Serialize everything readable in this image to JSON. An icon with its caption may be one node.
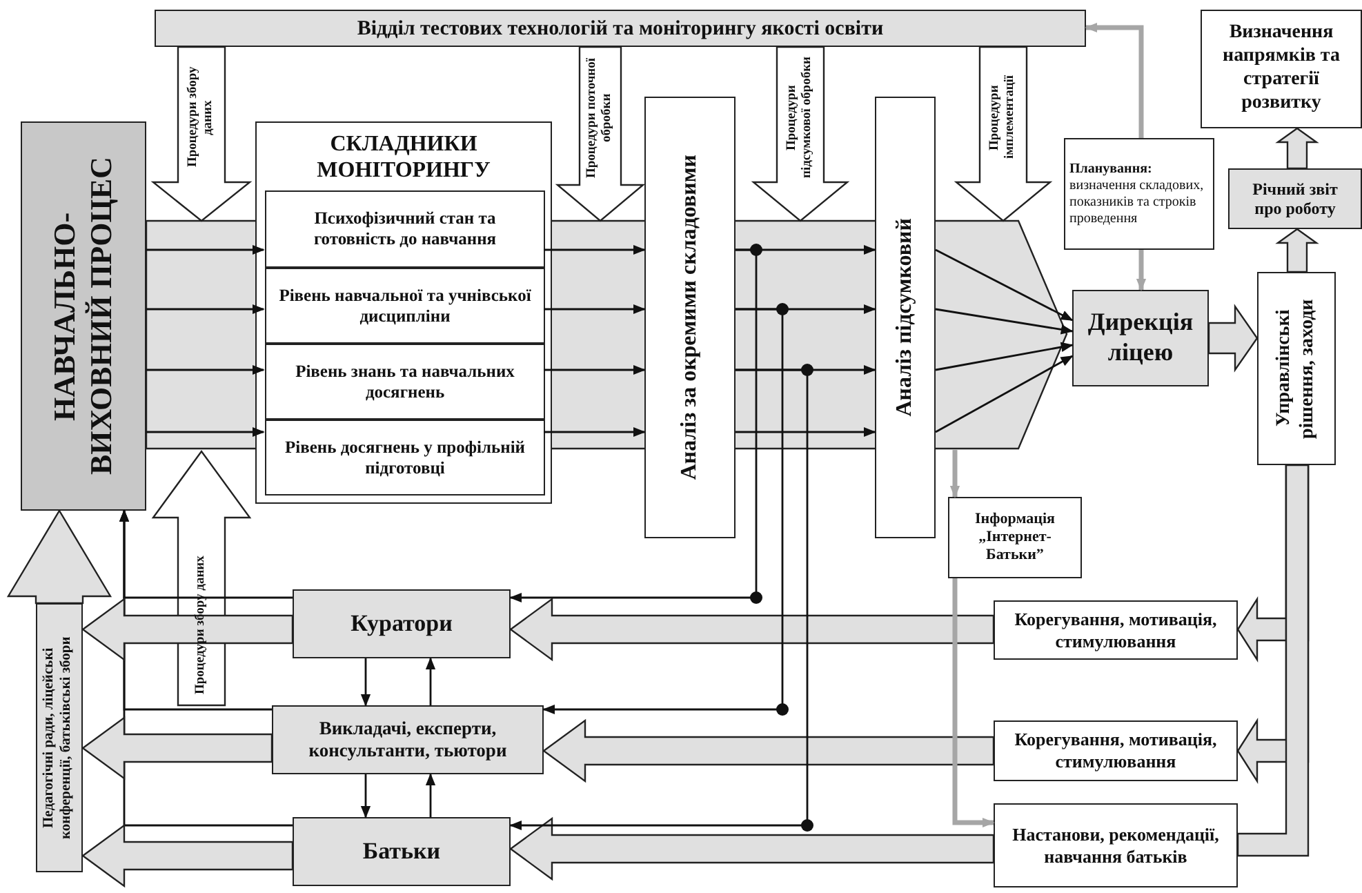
{
  "diagram": {
    "nodes": [
      {
        "text": [
          "Відділ тестових технологій та моніторингу якості освіти"
        ]
      },
      {
        "text": [
          "НАВЧАЛЬНО-ВИХОВНИЙ ПРОЦЕС"
        ]
      },
      {
        "text": [
          "СКЛАДНИКИ МОНІТОРИНГУ"
        ]
      },
      {
        "text": [
          "Психофізичний стан та готовність до навчання"
        ],
        "in": 2
      },
      {
        "text": [
          "Рівень навчальної та учнівської дисципліни"
        ],
        "in": 2
      },
      {
        "text": [
          "Рівень знань та навчальних досягнень"
        ],
        "in": 2
      },
      {
        "text": [
          "Рівень досягнень у профільній підготовці"
        ],
        "in": 2
      },
      {
        "text": [
          "Аналіз за окремими складовими"
        ]
      },
      {
        "text": [
          "Аналіз підсумковий"
        ]
      },
      {
        "text": [
          "**Планування:** визначення складових, показників та строків проведення"
        ]
      },
      {
        "text": [
          "Визначення напрямків та стратегії розвитку"
        ]
      },
      {
        "text": [
          "Річний звіт про роботу"
        ]
      },
      {
        "text": [
          "Дирекція ліцею"
        ]
      },
      {
        "text": [
          "Управлінські рішення, заходи"
        ]
      },
      {
        "text": [
          "Інформація „Інтернет-Батьки”"
        ]
      },
      {
        "text": [
          "Педагогічні ради, ліцейські конференції, батьківські збори"
        ]
      },
      {
        "text": [
          "Куратори"
        ]
      },
      {
        "text": [
          "Корегування, мотивація, стимулювання"
        ]
      },
      {
        "text": [
          "Викладачі, експерти, консультанти, тьютори"
        ]
      },
      {
        "text": [
          "Корегування, мотивація, стимулювання"
        ]
      },
      {
        "text": [
          "Батьки"
        ]
      },
      {
        "text": [
          "Настанови, рекомендації, навчання батьків"
        ]
      }
    ],
    "edges": [
      {
        "from": 0,
        "to": null,
        "arrow": "to",
        "label": "Процедури збору даних",
        "style": "thick"
      },
      {
        "from": 0,
        "to": null,
        "arrow": "to",
        "label": "Процедури поточної обробки",
        "style": "thick"
      },
      {
        "from": 0,
        "to": null,
        "arrow": "to",
        "label": "Процедури підсумкової обробки",
        "style": "thick"
      },
      {
        "from": 0,
        "to": null,
        "arrow": "to",
        "label": "Процедури імплементації",
        "style": "thick"
      },
      {
        "from": 18,
        "to": null,
        "arrow": "to",
        "label": "Процедури збору даних",
        "style": "thick"
      },
      {
        "from": 1,
        "to": 3,
        "arrow": "to"
      },
      {
        "from": 1,
        "to": 4,
        "arrow": "to"
      },
      {
        "from": 1,
        "to": 5,
        "arrow": "to"
      },
      {
        "from": 1,
        "to": 6,
        "arrow": "to"
      },
      {
        "from": 3,
        "to": 7,
        "arrow": "to"
      },
      {
        "from": 4,
        "to": 7,
        "arrow": "to"
      },
      {
        "from": 5,
        "to": 7,
        "arrow": "to"
      },
      {
        "from": 6,
        "to": 7,
        "arrow": "to"
      },
      {
        "from": 7,
        "to": 8,
        "arrow": "to"
      },
      {
        "from": 7,
        "to": 8,
        "arrow": "to"
      },
      {
        "from": 7,
        "to": 8,
        "arrow": "to"
      },
      {
        "from": 7,
        "to": 8,
        "arrow": "to"
      },
      {
        "from": 8,
        "to": 12,
        "arrow": "to"
      },
      {
        "from": 8,
        "to": 12,
        "arrow": "to"
      },
      {
        "from": 8,
        "to": 12,
        "arrow": "to"
      },
      {
        "from": 8,
        "to": 12,
        "arrow": "to"
      },
      {
        "from": 9,
        "to": 0,
        "arrow": "to",
        "style": "thick",
        "color": "#a6a6a6"
      },
      {
        "from": 9,
        "to": 12,
        "arrow": "to",
        "style": "thick",
        "color": "#a6a6a6"
      },
      {
        "from": 12,
        "to": 13,
        "arrow": "to",
        "style": "thick",
        "color": "#e0e0e0"
      },
      {
        "from": 13,
        "to": 11,
        "arrow": "to",
        "style": "thick",
        "color": "#e0e0e0"
      },
      {
        "from": 11,
        "to": 10,
        "arrow": "to",
        "style": "thick",
        "color": "#e0e0e0"
      },
      {
        "from": 13,
        "to": 17,
        "arrow": "to",
        "style": "thick",
        "color": "#e0e0e0"
      },
      {
        "from": 13,
        "to": 19,
        "arrow": "to",
        "style": "thick",
        "color": "#e0e0e0"
      },
      {
        "from": 13,
        "to": 21,
        "arrow": "none",
        "style": "thick",
        "color": "#e0e0e0"
      },
      {
        "from": 17,
        "to": 16,
        "arrow": "to",
        "style": "thick",
        "color": "#e0e0e0"
      },
      {
        "from": 19,
        "to": 18,
        "arrow": "to",
        "style": "thick",
        "color": "#e0e0e0"
      },
      {
        "from": 21,
        "to": 20,
        "arrow": "to",
        "style": "thick",
        "color": "#e0e0e0"
      },
      {
        "from": null,
        "to": 14,
        "arrow": "to",
        "style": "thick",
        "color": "#a6a6a6"
      },
      {
        "from": 14,
        "to": 21,
        "arrow": "to",
        "style": "thick",
        "color": "#a6a6a6"
      },
      {
        "from": 7,
        "to": 16,
        "arrow": "to"
      },
      {
        "from": 7,
        "to": 18,
        "arrow": "to"
      },
      {
        "from": 7,
        "to": 20,
        "arrow": "to"
      },
      {
        "from": 16,
        "to": 1,
        "arrow": "to"
      },
      {
        "from": 18,
        "to": 1,
        "arrow": "to"
      },
      {
        "from": 20,
        "to": 1,
        "arrow": "to"
      },
      {
        "from": 16,
        "to": 18,
        "arrow": "to"
      },
      {
        "from": 18,
        "to": 16,
        "arrow": "to"
      },
      {
        "from": 18,
        "to": 20,
        "arrow": "to"
      },
      {
        "from": 20,
        "to": 18,
        "arrow": "to"
      },
      {
        "from": 16,
        "to": 15,
        "arrow": "to",
        "style": "thick",
        "color": "#e0e0e0"
      },
      {
        "from": 18,
        "to": 15,
        "arrow": "to",
        "style": "thick",
        "color": "#e0e0e0"
      },
      {
        "from": 20,
        "to": 15,
        "arrow": "to",
        "style": "thick",
        "color": "#e0e0e0"
      },
      {
        "from": 15,
        "to": 1,
        "arrow": "to",
        "style": "thick",
        "color": "#e0e0e0"
      }
    ]
  }
}
